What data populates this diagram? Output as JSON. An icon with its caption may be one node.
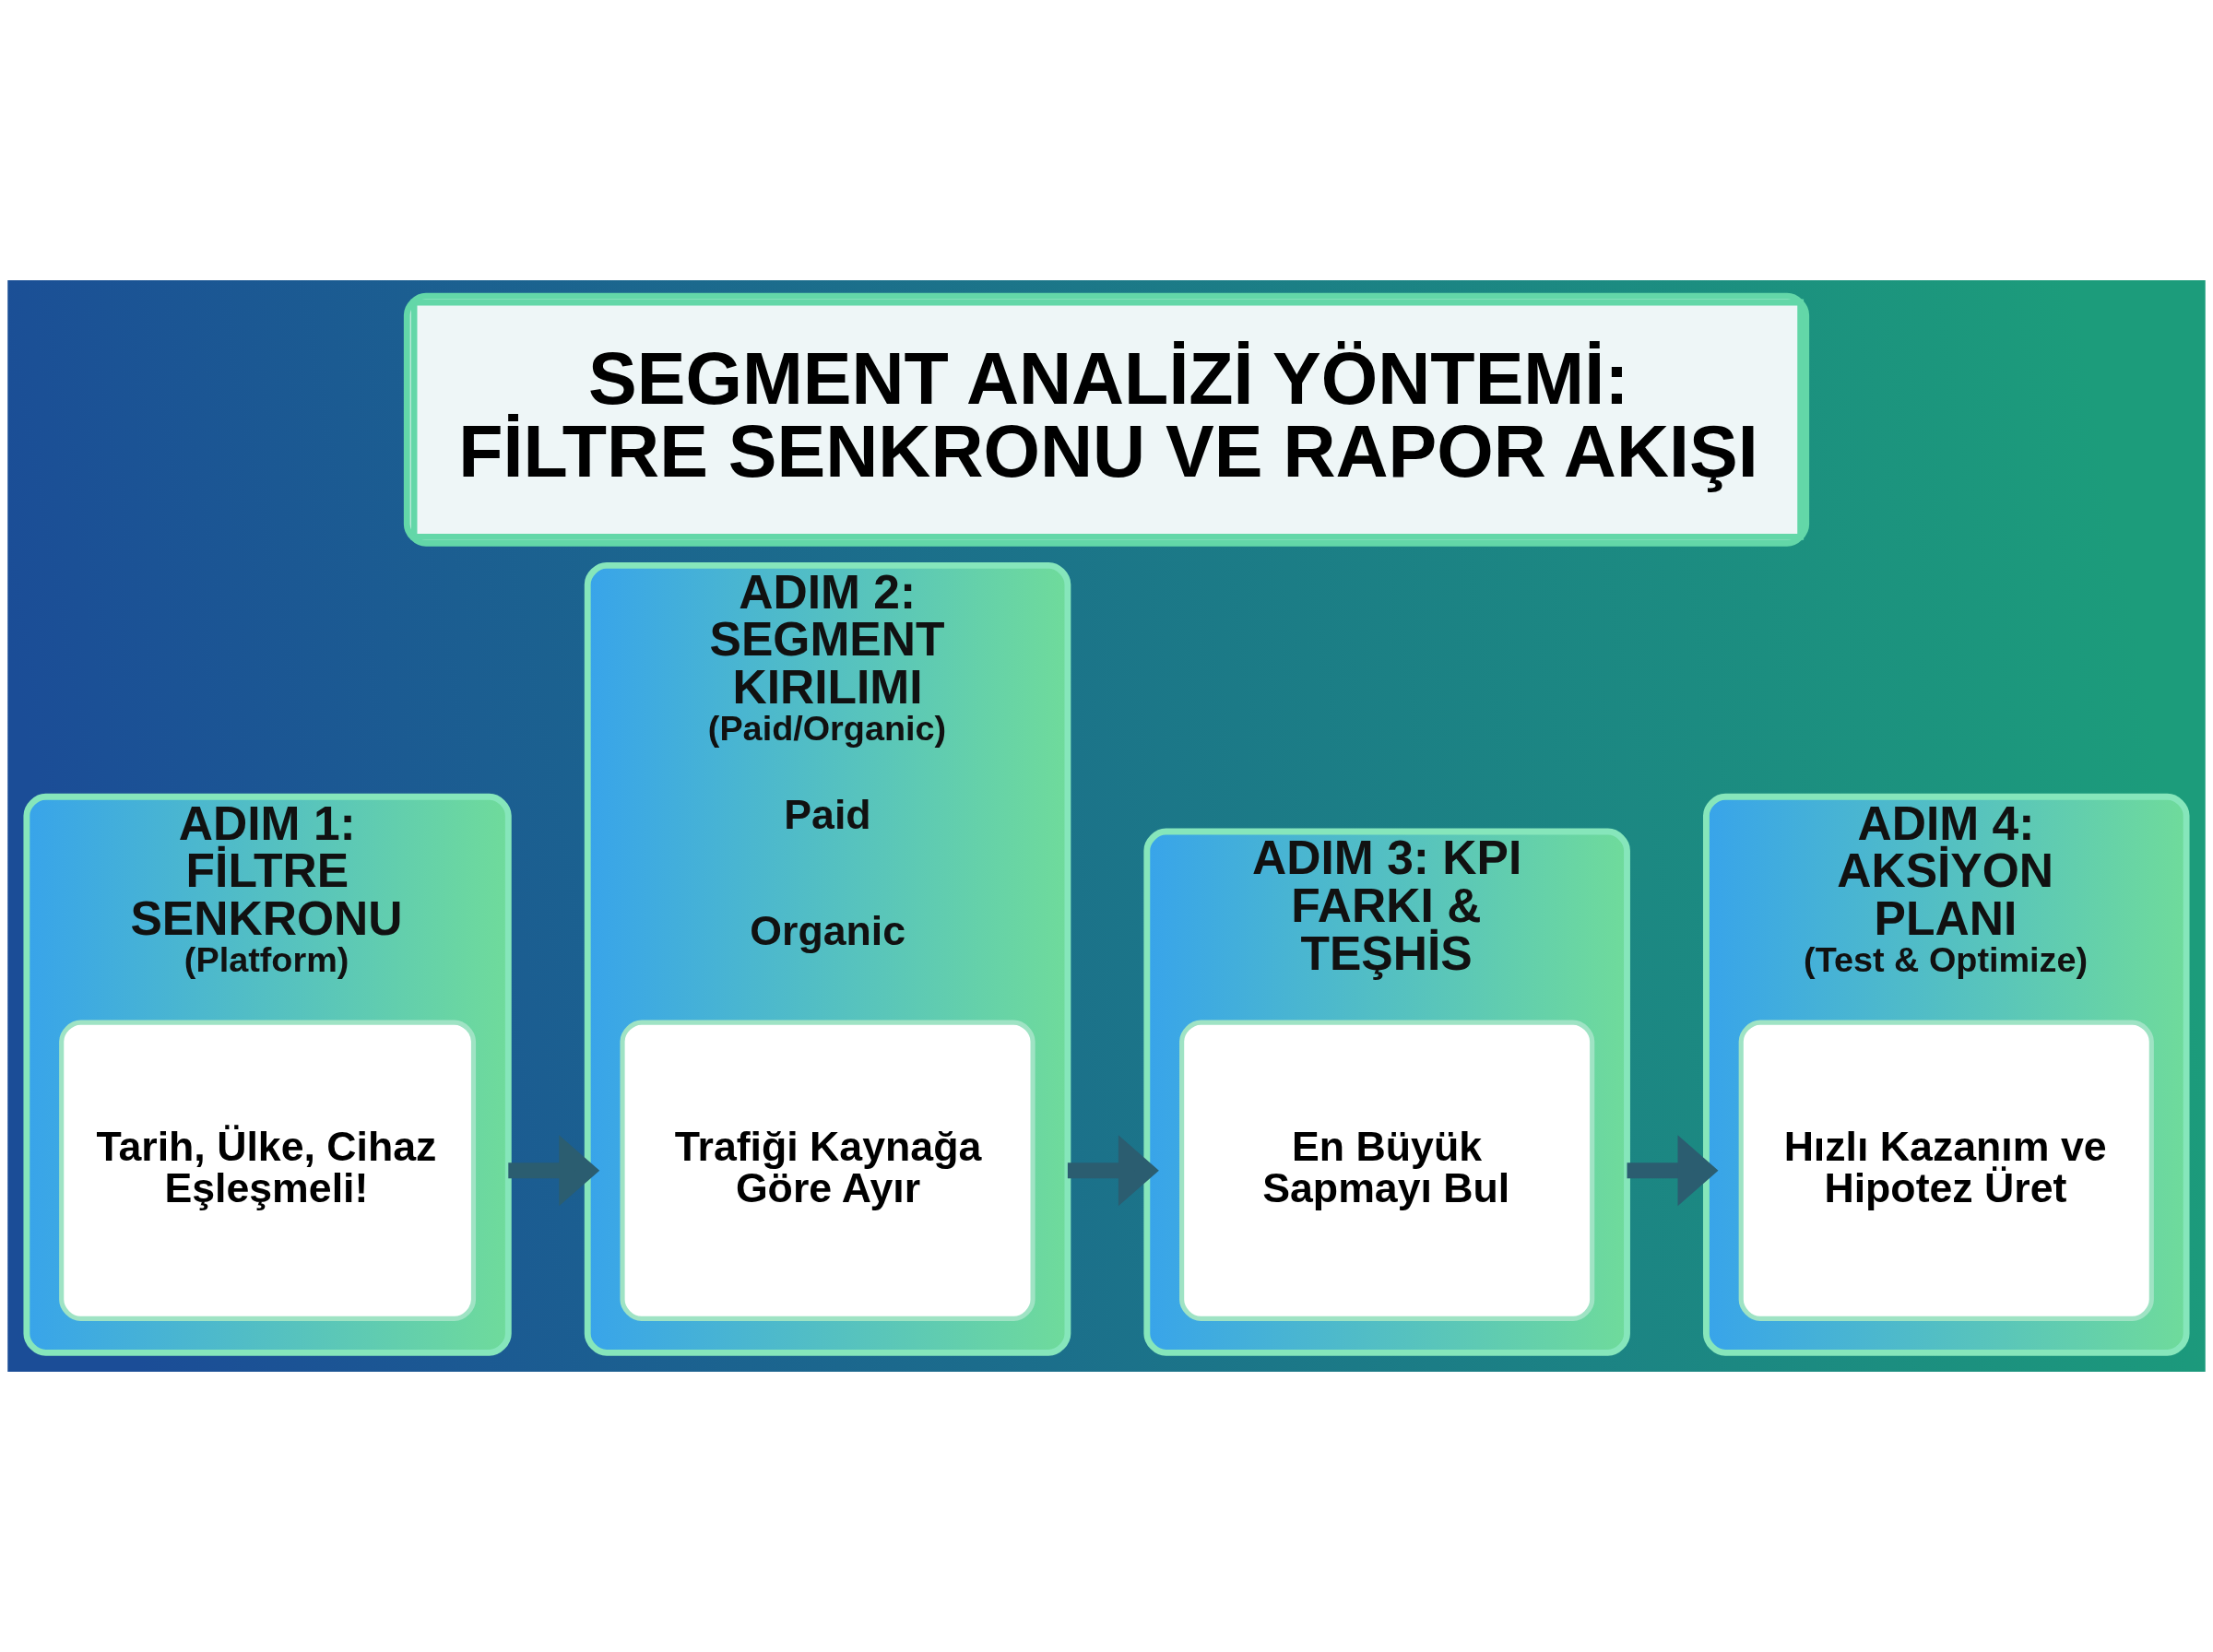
{
  "diagram": {
    "title": "SEGMENT ANALİZİ YÖNTEMİ: FİLTRE SENKRONU VE RAPOR AKIŞI",
    "nodes": [
      {
        "text": [
          "ADIM 1: FİLTRE SENKRONU",
          "(Platform)"
        ]
      },
      {
        "text": [
          "Tarih, Ülke, Cihaz Eşleşmeli!"
        ],
        "in": 0
      },
      {
        "text": [
          "ADIM 2: SEGMENT KIRILIMI",
          "(Paid/Organic)"
        ]
      },
      {
        "text": [
          "Trafiği Kaynağa Göre Ayır"
        ],
        "in": 2
      },
      {
        "text": [
          "ADIM 3: KPI FARKI & TEŞHİS"
        ]
      },
      {
        "text": [
          "En Büyük Sapmayı Bul"
        ],
        "in": 4
      },
      {
        "text": [
          "ADIM 4: AKSİYON PLANI",
          "(Test & Optimize)"
        ]
      },
      {
        "text": [
          "Hızlı Kazanım ve Hipotez Üret"
        ],
        "in": 6
      }
    ],
    "edges": [
      {
        "from": 0,
        "to": 2,
        "arrow": "to"
      },
      {
        "from": 2,
        "to": 4,
        "arrow": "to"
      },
      {
        "from": 4,
        "to": 6,
        "arrow": "to"
      }
    ],
    "labels": [
      "Paid",
      "Organic"
    ]
  }
}
